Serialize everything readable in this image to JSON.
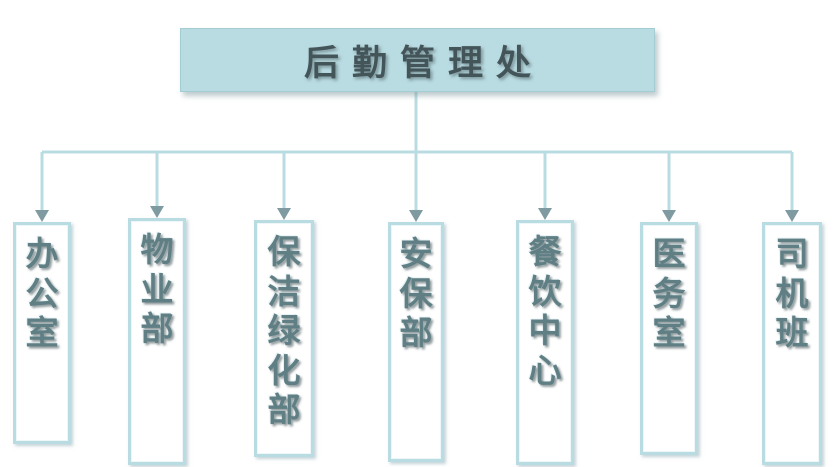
{
  "diagram": {
    "type": "orgchart",
    "root": {
      "label": "后勤管理处"
    },
    "children": [
      {
        "label": "办公室"
      },
      {
        "label": "物业部"
      },
      {
        "label": "保洁绿化部"
      },
      {
        "label": "安保部"
      },
      {
        "label": "餐饮中心"
      },
      {
        "label": "医务室"
      },
      {
        "label": "司机班"
      }
    ],
    "colors": {
      "box_fill": "#b9dce2",
      "line": "#b9dce2",
      "arrowhead": "#7f9ba1",
      "title_text": "#44555a",
      "child_text": "#5f7f85"
    }
  }
}
